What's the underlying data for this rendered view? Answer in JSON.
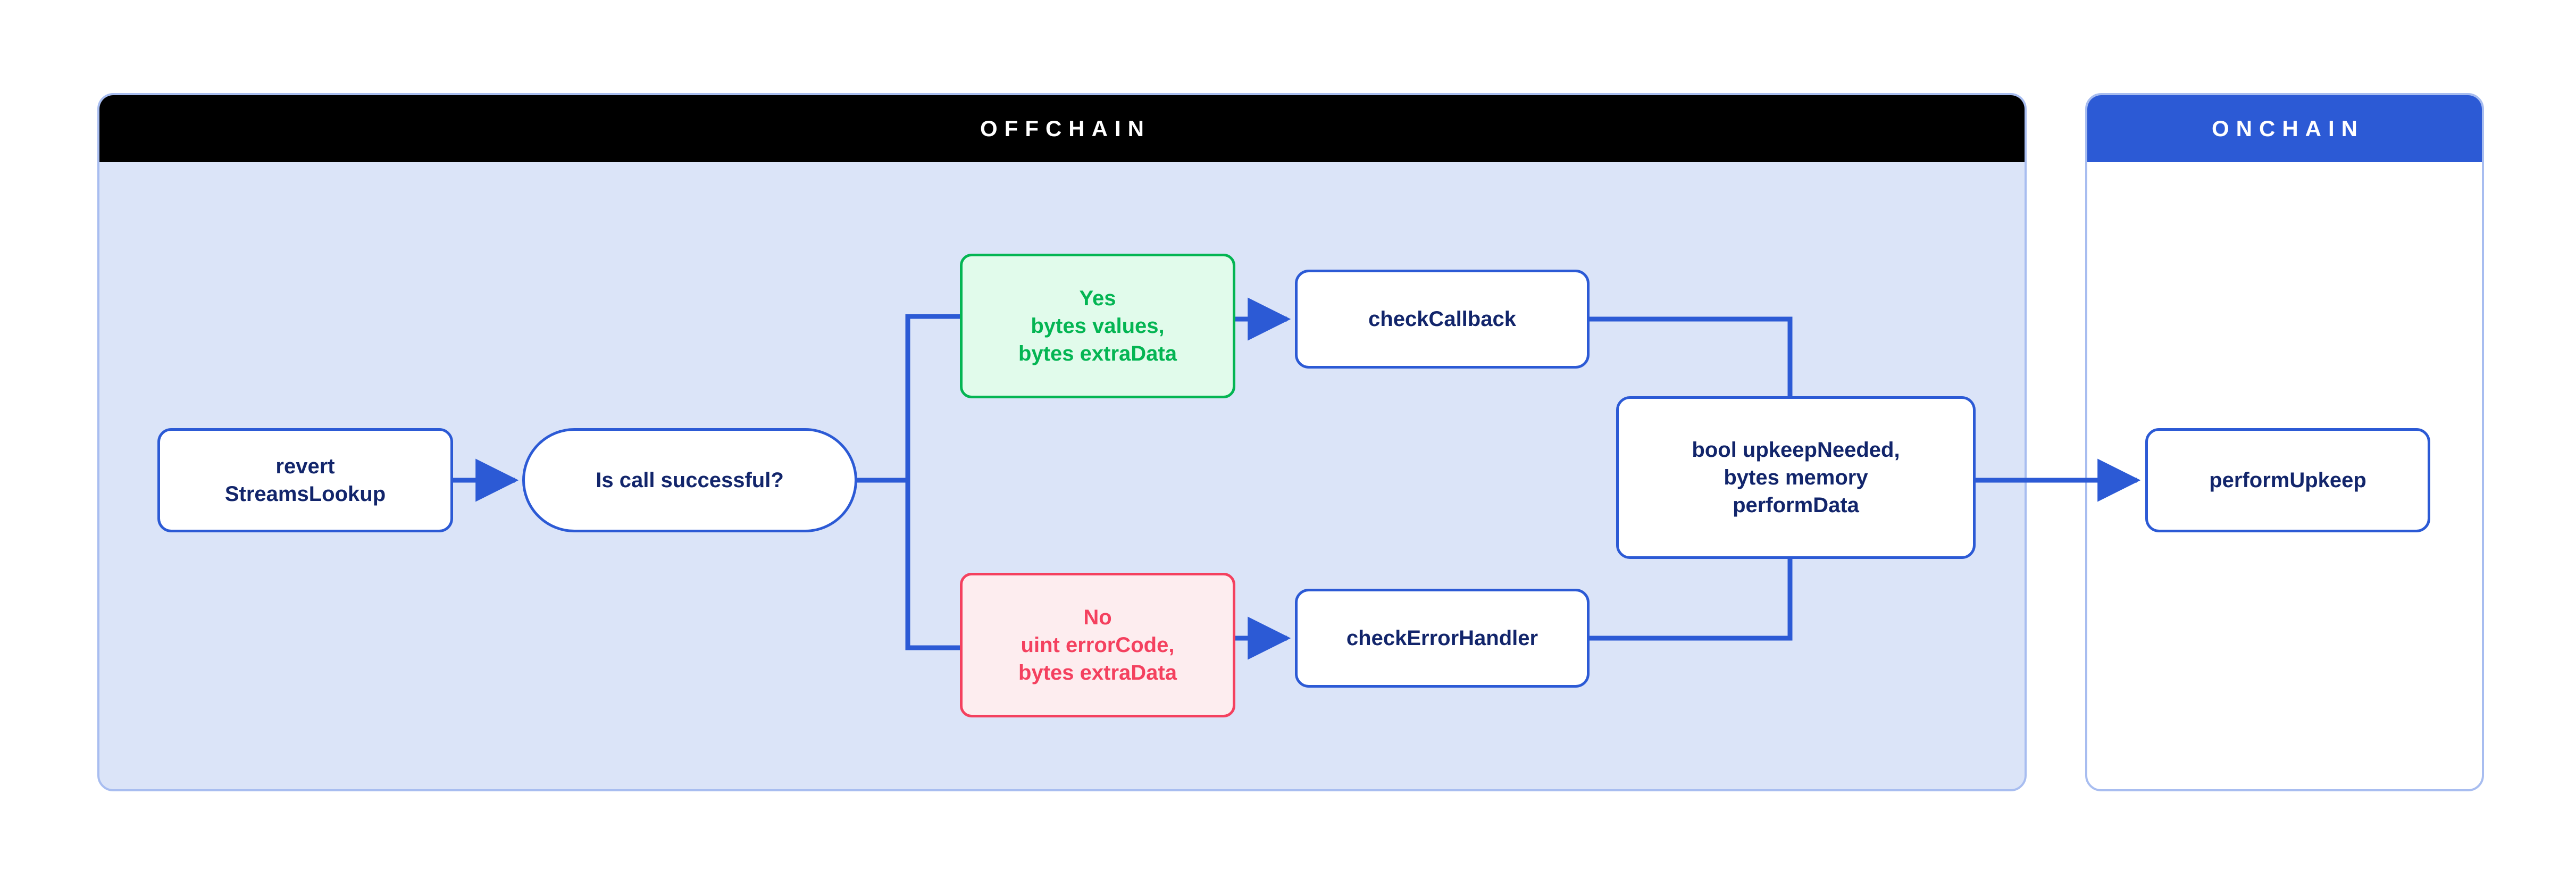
{
  "diagram": {
    "title": "Chainlink Automation StreamsLookup flow",
    "colors": {
      "accent_blue": "#2c5ad5",
      "text_navy": "#12256b",
      "panel_fill": "#dbe4f8",
      "panel_border": "#a8bdf0",
      "success_green": "#04b553",
      "success_fill": "#e1fbeb",
      "error_red": "#f4415f",
      "error_fill": "#fdedef",
      "header_offchain_bg": "#000000",
      "header_onchain_bg": "#2c5ad5"
    }
  },
  "panels": {
    "offchain": {
      "header_label": "OFFCHAIN"
    },
    "onchain": {
      "header_label": "ONCHAIN"
    }
  },
  "nodes": {
    "revert": {
      "label": "revert\nStreamsLookup"
    },
    "decision": {
      "label": "Is call successful?"
    },
    "yes": {
      "label": "Yes\nbytes values,\nbytes extraData"
    },
    "no": {
      "label": "No\nuint errorCode,\nbytes extraData"
    },
    "check_callback": {
      "label": "checkCallback"
    },
    "check_error_handler": {
      "label": "checkErrorHandler"
    },
    "upkeep_result": {
      "label": "bool upkeepNeeded,\nbytes memory\nperformData"
    },
    "perform_upkeep": {
      "label": "performUpkeep"
    }
  },
  "edges": [
    {
      "name": "revert-to-decision",
      "from": "revert",
      "to": "decision",
      "arrow": true
    },
    {
      "name": "decision-to-yes",
      "from": "decision",
      "to": "yes",
      "arrow": false
    },
    {
      "name": "decision-to-no",
      "from": "decision",
      "to": "no",
      "arrow": false
    },
    {
      "name": "yes-to-check-callback",
      "from": "yes",
      "to": "check_callback",
      "arrow": true
    },
    {
      "name": "no-to-check-error-handler",
      "from": "no",
      "to": "check_error_handler",
      "arrow": true
    },
    {
      "name": "check-callback-to-upkeep-result",
      "from": "check_callback",
      "to": "upkeep_result",
      "arrow": false
    },
    {
      "name": "check-error-handler-to-upkeep-result",
      "from": "check_error_handler",
      "to": "upkeep_result",
      "arrow": false
    },
    {
      "name": "upkeep-result-to-perform-upkeep",
      "from": "upkeep_result",
      "to": "perform_upkeep",
      "arrow": true
    }
  ]
}
